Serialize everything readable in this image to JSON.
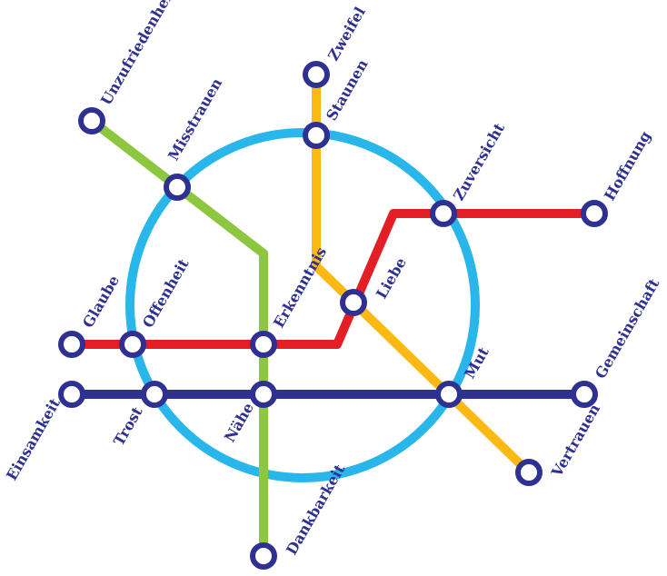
{
  "colors": {
    "ring": "#29b6ea",
    "green": "#8dc63f",
    "yellow": "#fdb913",
    "red": "#e31e24",
    "blue": "#2e3192",
    "station_fill": "#ffffff",
    "label": "#2e3192"
  },
  "lines": [
    {
      "id": "ring",
      "color_key": "ring",
      "kind": "circle"
    },
    {
      "id": "green",
      "color_key": "green",
      "stations": [
        "Unzufriedenheit",
        "Misstrauen",
        "Erkenntnis",
        "Nähe",
        "Dankbarkeit"
      ]
    },
    {
      "id": "yellow",
      "color_key": "yellow",
      "stations": [
        "Zweifel",
        "Staunen",
        "Liebe",
        "Mut",
        "Vertrauen"
      ]
    },
    {
      "id": "red",
      "color_key": "red",
      "stations": [
        "Glaube",
        "Offenheit",
        "Erkenntnis",
        "Liebe",
        "Zuversicht",
        "Hoffnung"
      ]
    },
    {
      "id": "blue",
      "color_key": "blue",
      "stations": [
        "Einsamkeit",
        "Trost",
        "Nähe",
        "Mut",
        "Gemeinschaft"
      ]
    }
  ],
  "stations": {
    "unzufriedenheit": "Unzufriedenheit",
    "misstrauen": "Misstrauen",
    "zweifel": "Zweifel",
    "staunen": "Staunen",
    "zuversicht": "Zuversicht",
    "hoffnung": "Hoffnung",
    "liebe": "Liebe",
    "glaube": "Glaube",
    "offenheit": "Offenheit",
    "erkenntnis": "Erkenntnis",
    "einsamkeit": "Einsamkeit",
    "trost": "Trost",
    "naehe": "Nähe",
    "mut": "Mut",
    "gemeinschaft": "Gemeinschaft",
    "vertrauen": "Vertrauen",
    "dankbarkeit": "Dankbarkeit"
  }
}
